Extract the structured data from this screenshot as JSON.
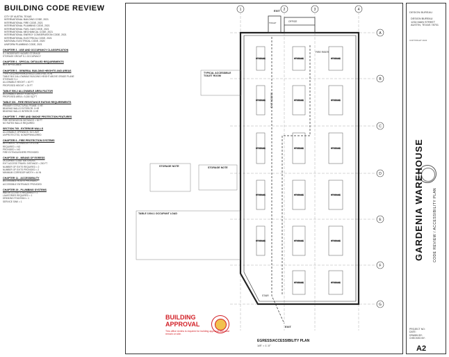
{
  "document": {
    "title": "BUILDING CODE REVIEW",
    "code_list": [
      "CITY OF AUSTIN, TEXAS",
      "INTERNATIONAL BUILDING CODE, 2021",
      "INTERNATIONAL FIRE CODE, 2021",
      "INTERNATIONAL PLUMBING CODE, 2021",
      "INTERNATIONAL FUEL GAS CODE, 2021",
      "INTERNATIONAL MECHANICAL CODE, 2021",
      "INTERNATIONAL ENERGY CONSERVATION CODE, 2021",
      "INTERNATIONAL ELECTRICAL CODE, 2021",
      "NATIONAL ELECTRICAL CODE, 2020",
      "UNIFORM PLUMBING CODE, 2021"
    ],
    "sections": [
      {
        "heading": "CHAPTER 3 - USE AND OCCUPANCY CLASSIFICATION",
        "lines": [
          "S-1 MODERATE HAZARD STORAGE",
          "STORAGE GROUP S-1 OCCUPANCY"
        ]
      },
      {
        "heading": "CHAPTER 4 - SPECIAL DETAILED REQUIREMENTS",
        "lines": [
          "NOT APPLICABLE"
        ]
      },
      {
        "heading": "CHAPTER 5 - GENERAL BUILDING HEIGHTS AND AREAS",
        "lines": [
          "TYPE V-B (UNSPRINKLERED) CONSTRUCTION",
          "TABLE 504.3 ALLOWABLE BUILDING HEIGHT ABOVE GRADE PLANE",
          "STORAGE S-1",
          "ALLOWABLE HEIGHT = 40 FT",
          "PROPOSED HEIGHT = 24 FT"
        ]
      },
      {
        "heading": "TABLE 506.2 ALLOWABLE AREA FACTOR",
        "lines": [
          "ALLOWABLE AREA = 9,000 SQ FT",
          "PROPOSED AREA = 5,150 SQ FT"
        ]
      },
      {
        "heading": "TABLE 601 - FIRE RESISTANCE RATING REQUIREMENTS",
        "lines": [
          "PRIMARY STRUCTURAL FRAME: 0 HR",
          "BEARING WALLS EXTERIOR: 0 HR",
          "BEARING WALLS INTERIOR: 0 HR"
        ]
      },
      {
        "heading": "CHAPTER 7 - FIRE AND SMOKE PROTECTION FEATURES",
        "lines": [
          "FIRE SEPARATION DISTANCE > 30 FT",
          "NO RATED WALLS REQUIRED"
        ]
      },
      {
        "heading": "SECTION 705 - EXTERIOR WALLS",
        "lines": [
          "ALLOWABLE OPENINGS: NO LIMIT",
          "UNPROTECTED, NONSPRINKLERED"
        ]
      },
      {
        "heading": "CHAPTER 9 - FIRE PROTECTION SYSTEMS",
        "lines": [
          "AUTOMATIC SPRINKLER SYSTEM",
          "REQUIRED = NO",
          "PROVIDED = NO",
          "FIRE EXTINGUISHERS PROVIDED"
        ]
      },
      {
        "heading": "CHAPTER 10 - MEANS OF EGRESS",
        "lines": [
          "OCCUPANT LOAD: 500 GROSS",
          "EXIT ACCESS TRAVEL DISTANCE = 200 FT",
          "NUMBER OF EXITS REQUIRED = 2",
          "NUMBER OF EXITS PROVIDED = 2",
          "MINIMUM CORRIDOR WIDTH = 44 IN"
        ]
      },
      {
        "heading": "CHAPTER 11 - ACCESSIBILITY",
        "lines": [
          "ACCESSIBLE ROUTE PROVIDED",
          "ACCESSIBLE ENTRANCE PROVIDED"
        ]
      },
      {
        "heading": "CHAPTER 29 - PLUMBING SYSTEMS",
        "lines": [
          "WATER CLOSETS REQUIRED = 1",
          "LAVATORIES REQUIRED = 1",
          "DRINKING FOUNTAIN = 1",
          "SERVICE SINK = 1"
        ]
      }
    ]
  },
  "approval": {
    "title": "BUILDING APPROVAL",
    "subtitle": "This office review is required for building approval and must remain on site."
  },
  "plan": {
    "title": "EGRESS/ACCESSIBILITY PLAN",
    "scale": "1/8\" = 1'-0\"",
    "column_grid": [
      "1",
      "2",
      "3",
      "4"
    ],
    "row_grid": [
      "A",
      "B",
      "C",
      "D",
      "E",
      "F",
      "G"
    ],
    "notes": {
      "typical_door": "TYPICAL ACCESSIBLE TOILET ROOM",
      "storage_note": "STORAGE NOTE",
      "storage_note_2": "STORAGE NOTE",
      "table_code": "TABLE 1004.1 OCCUPANT LOAD"
    },
    "rooms": {
      "office": "OFFICE",
      "toilet": "TOILET",
      "fire_riser": "FIRE RISER",
      "storage": "STORAGE",
      "hallway": "HALLWAY",
      "stair": "STAIR",
      "exit_access": "EXIT ACCESS"
    },
    "exit_labels": [
      "EXIT",
      "EXIT"
    ]
  },
  "title_block": {
    "logo": "DESIGN BUREAU",
    "firm_lines": [
      "DESIGN BUREAU",
      "1234 MAIN STREET",
      "AUSTIN, TEXAS 78701"
    ],
    "copyright": "COPYRIGHT 2022",
    "project_name": "GARDENIA WAREHOUSE",
    "sheet_title": "CODE REVIEW / ACCESSIBILITY PLAN",
    "meta": [
      "PROJECT NO:",
      "DATE:",
      "DRAWN BY:",
      "CHECKED BY:"
    ],
    "sheet_number": "A2"
  }
}
